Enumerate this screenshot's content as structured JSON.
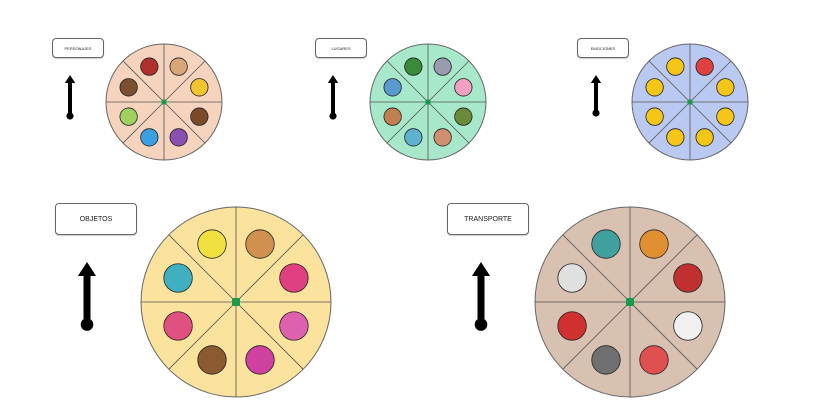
{
  "wheels": [
    {
      "label": "PERSONAJES",
      "color": "#f6d3bd",
      "icon_colors": [
        "#d9a57a",
        "#f2c530",
        "#7a4a2a",
        "#8a4fb0",
        "#3ba0e0",
        "#a0d060",
        "#7a5030",
        "#b03030"
      ]
    },
    {
      "label": "LUGARES",
      "color": "#a8e8ca",
      "icon_colors": [
        "#9a9ab0",
        "#f0a0c0",
        "#6a8a3a",
        "#d09070",
        "#60b0d0",
        "#c08050",
        "#5a9ad0",
        "#3a8a3a"
      ]
    },
    {
      "label": "EMOCIONES",
      "color": "#bac9f1",
      "icon_colors": [
        "#e04040",
        "#f5c518",
        "#f5c518",
        "#f5c518",
        "#f5c518",
        "#f5c518",
        "#f5c518",
        "#f5c518"
      ]
    },
    {
      "label": "OBJETOS",
      "color": "#fbe29d",
      "icon_colors": [
        "#d09050",
        "#e04080",
        "#e060b0",
        "#d040a0",
        "#8a5a30",
        "#e05080",
        "#40b0c0",
        "#f0e040"
      ]
    },
    {
      "label": "TRANSPORTE",
      "color": "#d8c1b1",
      "icon_colors": [
        "#e09030",
        "#c03030",
        "#f0f0f0",
        "#e05050",
        "#707070",
        "#d03030",
        "#e0e0e0",
        "#40a0a0"
      ]
    }
  ]
}
